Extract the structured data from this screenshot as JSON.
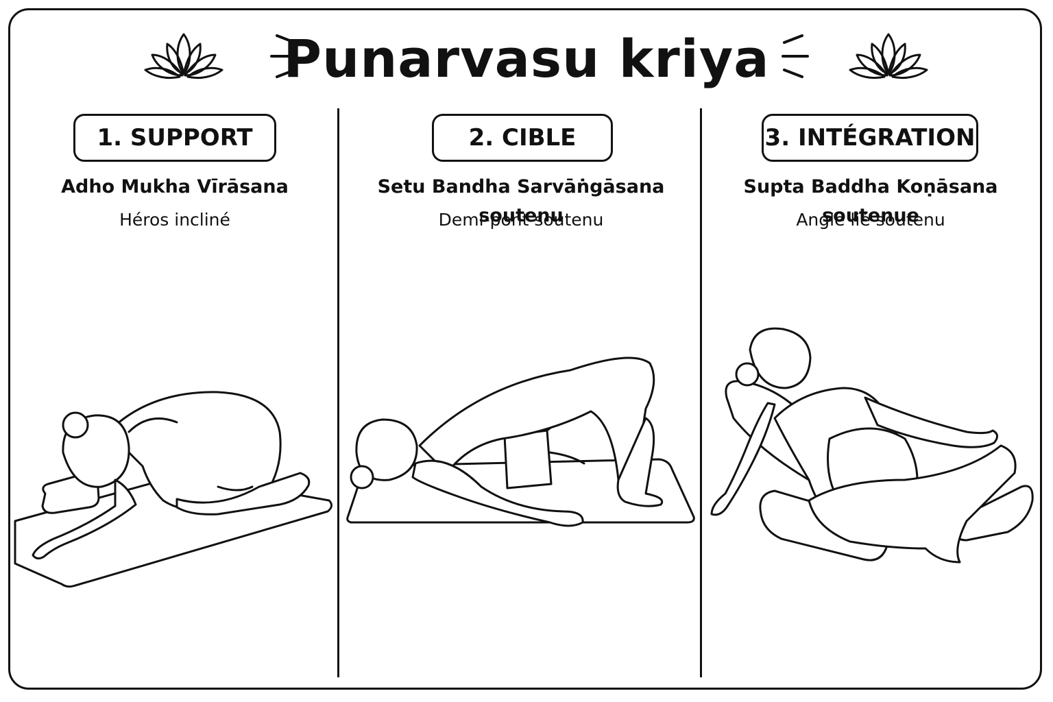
{
  "title": "Punarvasu kriya",
  "steps": [
    {
      "label": "1. SUPPORT",
      "sanskrit": "Adho Mukha Vīrāsana",
      "french": "Héros incliné"
    },
    {
      "label": "2. CIBLE",
      "sanskrit": "Setu Bandha Sarvāṅgāsana soutenu",
      "french": "Demi-pont soutenu"
    },
    {
      "label": "3. INTÉGRATION",
      "sanskrit": "Supta Baddha Koṇāsana soutenue",
      "french": "Angle lié soutenu"
    }
  ],
  "icons": {
    "left": "lotus-icon",
    "right": "lotus-icon",
    "accent": "sparkle-lines-icon"
  },
  "colors": {
    "ink": "#111111",
    "background": "#ffffff"
  }
}
